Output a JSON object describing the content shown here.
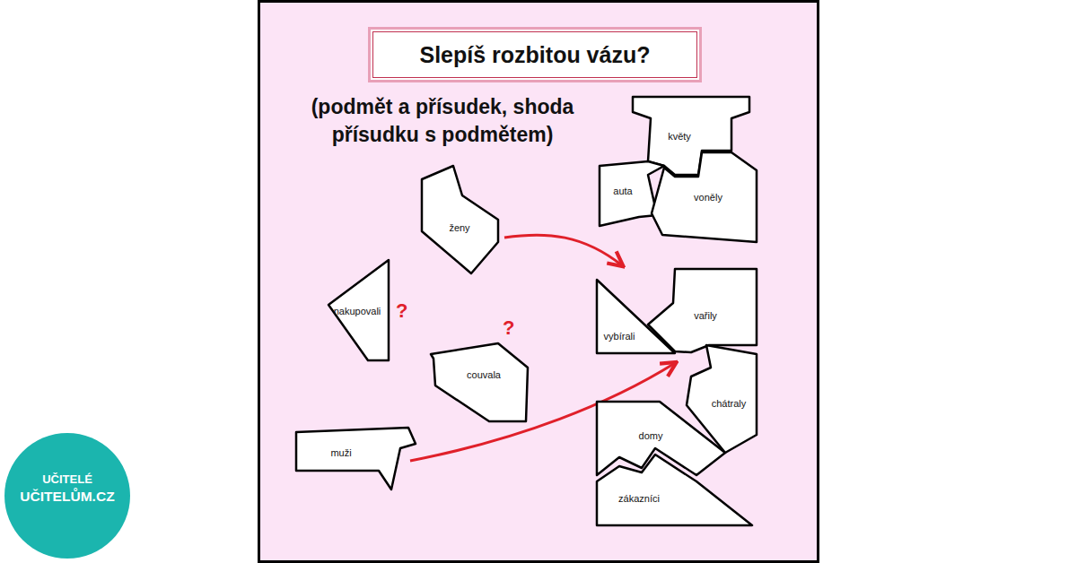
{
  "diagram": {
    "title": "Slepíš rozbitou vázu?",
    "nodes": [
      {
        "text": [
          "květy"
        ]
      },
      {
        "text": [
          "auta"
        ]
      },
      {
        "text": [
          "voněly"
        ]
      },
      {
        "text": [
          "ženy"
        ]
      },
      {
        "text": [
          "vařily"
        ]
      },
      {
        "text": [
          "nakupovali"
        ]
      },
      {
        "text": [
          "vybírali"
        ]
      },
      {
        "text": [
          "couvala"
        ]
      },
      {
        "text": [
          "chátraly"
        ]
      },
      {
        "text": [
          "domy"
        ]
      },
      {
        "text": [
          "muži"
        ]
      },
      {
        "text": [
          "zákazníci"
        ]
      }
    ],
    "labels": [
      "(podmět a přísudek, shoda přísudku s podmětem)",
      "?",
      "?",
      "UČITELÉ",
      "UČITELŮM.CZ"
    ]
  }
}
